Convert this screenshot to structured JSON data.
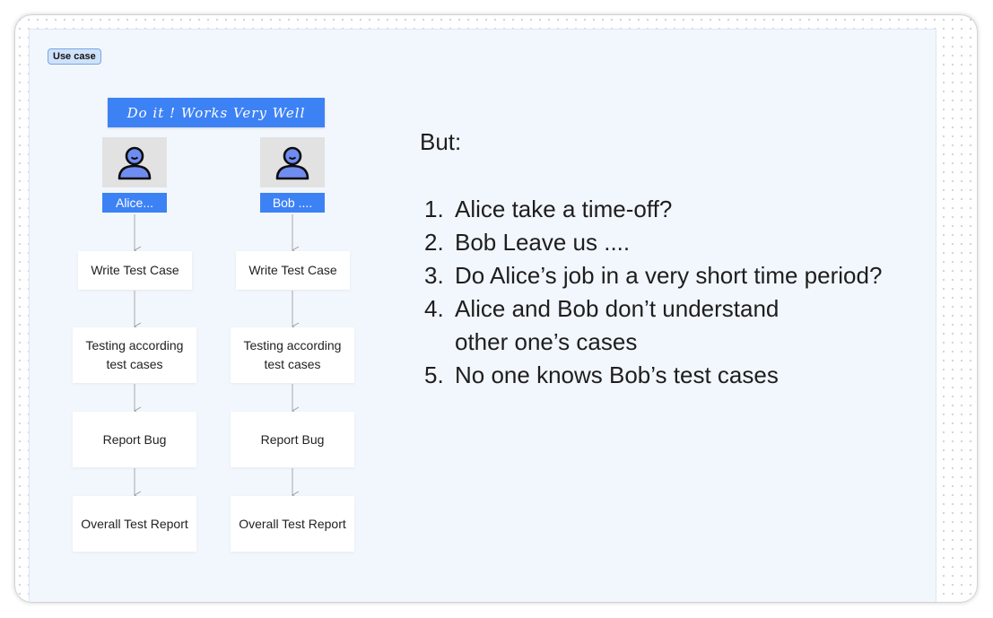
{
  "frame": {
    "label": "Use case"
  },
  "banner": {
    "text": "Do it ! Works Very Well"
  },
  "people": [
    {
      "name": "Alice...",
      "steps": [
        "Write Test Case",
        "Testing according test cases",
        "Report Bug",
        "Overall Test Report"
      ]
    },
    {
      "name": "Bob ....",
      "steps": [
        "Write Test Case",
        "Testing according test cases",
        "Report Bug",
        "Overall Test Report"
      ]
    }
  ],
  "issues": {
    "title": "But:",
    "items": [
      {
        "num": "1.",
        "text": "Alice take a time-off?"
      },
      {
        "num": "2.",
        "text": "Bob Leave us ...."
      },
      {
        "num": "3.",
        "text": "Do Alice’s job in a very short time period?"
      },
      {
        "num": "4.",
        "text": "Alice and Bob don’t understand other one’s cases"
      },
      {
        "num": "5.",
        "text": "No one knows Bob’s test cases"
      }
    ]
  },
  "colors": {
    "accent": "#3d82f5",
    "frame_background": "#f2f7fd",
    "avatar_fill": "#6f8df0"
  },
  "icons": {
    "avatar": "user-avatar-icon"
  }
}
